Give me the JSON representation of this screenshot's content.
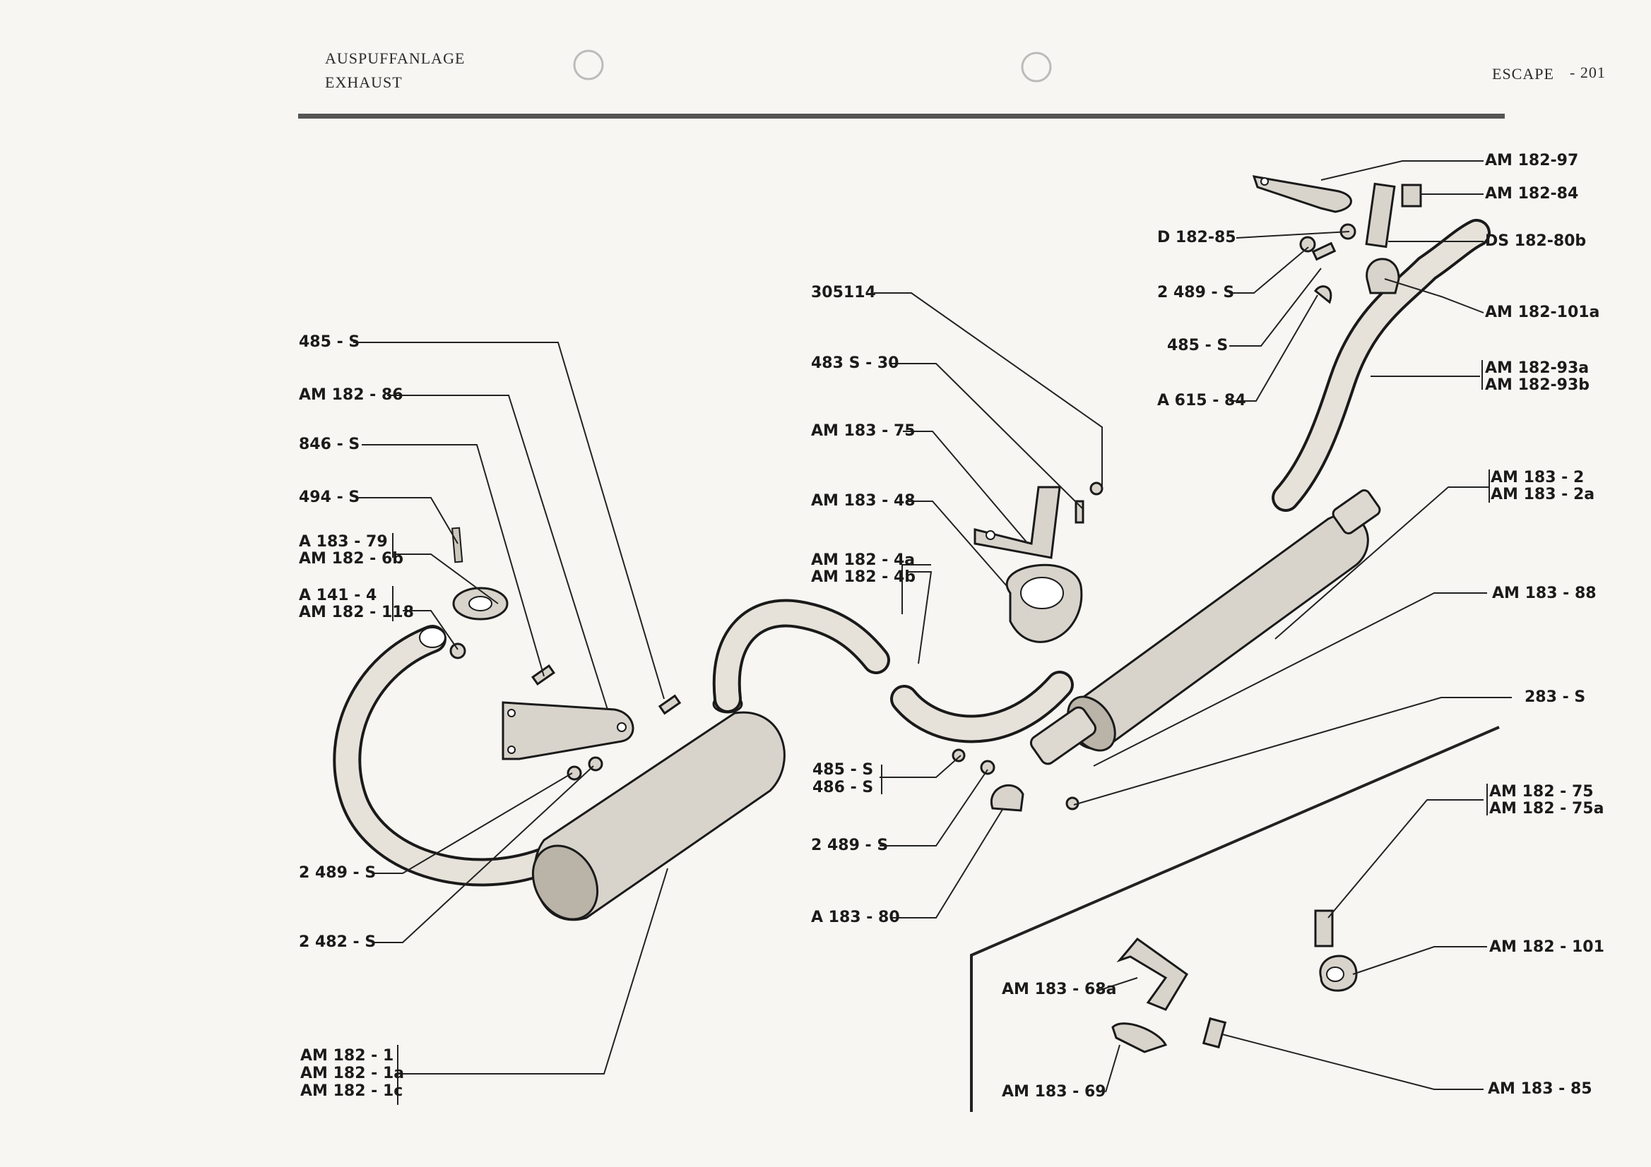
{
  "header": {
    "title_de": "AUSPUFFANLAGE",
    "title_en": "EXHAUST",
    "title_es": "ESCAPE",
    "page_number": "- 201"
  },
  "parts": [
    {
      "id": "p1",
      "label": "AM 182-97"
    },
    {
      "id": "p2",
      "label": "AM 182-84"
    },
    {
      "id": "p3",
      "label": "D 182-85"
    },
    {
      "id": "p4",
      "label": "DS 182-80b"
    },
    {
      "id": "p5",
      "label": "305114"
    },
    {
      "id": "p6",
      "label": "2 489 - S"
    },
    {
      "id": "p7",
      "label": "AM 182-101a"
    },
    {
      "id": "p8",
      "label": "485 - S"
    },
    {
      "id": "p9",
      "label": "485 - S"
    },
    {
      "id": "p10",
      "label": "483 S - 30"
    },
    {
      "id": "p11",
      "label": "AM 182-93a"
    },
    {
      "id": "p12",
      "label": "AM 182-93b"
    },
    {
      "id": "p13",
      "label": "AM 182 - 86"
    },
    {
      "id": "p14",
      "label": "A 615 - 84"
    },
    {
      "id": "p15",
      "label": "AM 183 - 75"
    },
    {
      "id": "p16",
      "label": "846 - S"
    },
    {
      "id": "p17",
      "label": "AM 183 - 2"
    },
    {
      "id": "p18",
      "label": "AM 183 - 2a"
    },
    {
      "id": "p19",
      "label": "494 - S"
    },
    {
      "id": "p20",
      "label": "AM 183 - 48"
    },
    {
      "id": "p21",
      "label": "A 183 - 79"
    },
    {
      "id": "p22",
      "label": "AM 182 - 6b"
    },
    {
      "id": "p23",
      "label": "AM 182 - 4a"
    },
    {
      "id": "p24",
      "label": "AM 182 - 4b"
    },
    {
      "id": "p25",
      "label": "AM 183 - 88"
    },
    {
      "id": "p26",
      "label": "A 141 - 4"
    },
    {
      "id": "p27",
      "label": "AM 182 - 118"
    },
    {
      "id": "p28",
      "label": "283 - S"
    },
    {
      "id": "p29",
      "label": "485 - S"
    },
    {
      "id": "p30",
      "label": "486 - S"
    },
    {
      "id": "p31",
      "label": "AM 182 - 75"
    },
    {
      "id": "p32",
      "label": "AM 182 - 75a"
    },
    {
      "id": "p33",
      "label": "2 489 - S"
    },
    {
      "id": "p34",
      "label": "2 489 - S"
    },
    {
      "id": "p35",
      "label": "A 183 - 80"
    },
    {
      "id": "p36",
      "label": "2 482 - S"
    },
    {
      "id": "p37",
      "label": "AM 182 - 101"
    },
    {
      "id": "p38",
      "label": "AM 183 - 68a"
    },
    {
      "id": "p39",
      "label": "AM 182 - 1"
    },
    {
      "id": "p40",
      "label": "AM 182 - 1a"
    },
    {
      "id": "p41",
      "label": "AM 182 - 1c"
    },
    {
      "id": "p42",
      "label": "AM 183 - 69"
    },
    {
      "id": "p43",
      "label": "AM 183 - 85"
    }
  ]
}
